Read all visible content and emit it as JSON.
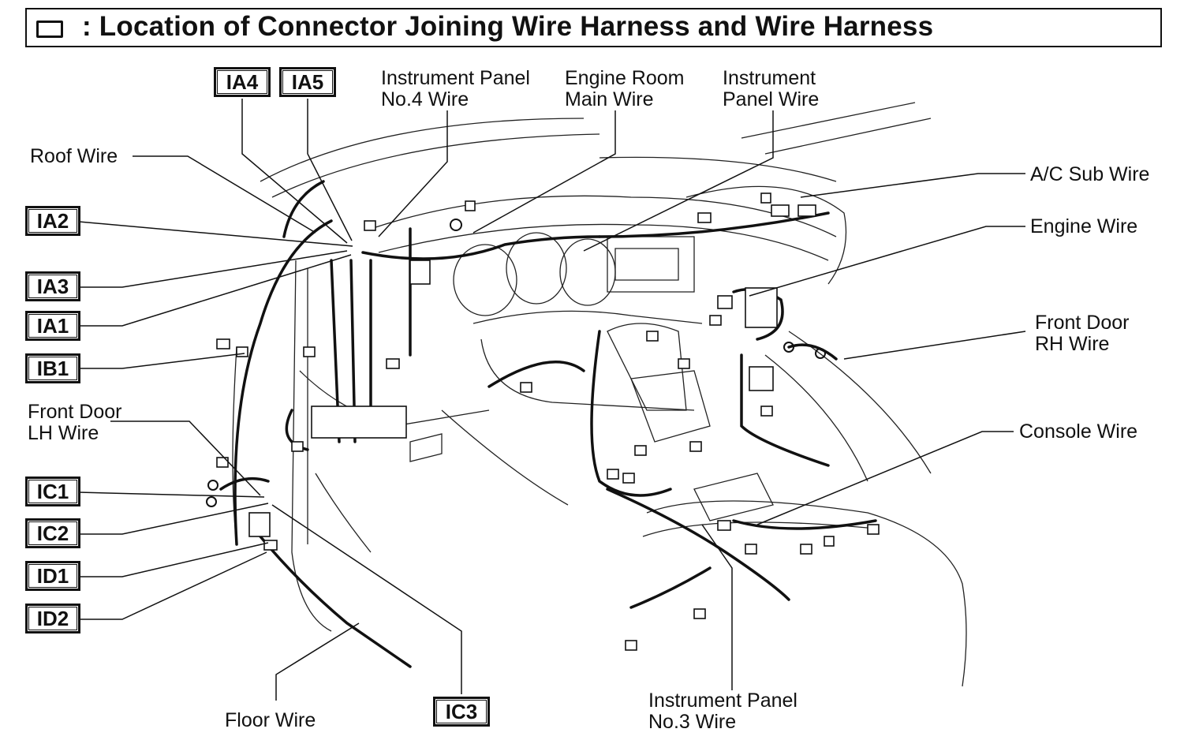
{
  "title": ": Location of Connector Joining Wire Harness and Wire Harness",
  "connectors": {
    "IA4": "IA4",
    "IA5": "IA5",
    "IA2": "IA2",
    "IA3": "IA3",
    "IA1": "IA1",
    "IB1": "IB1",
    "IC1": "IC1",
    "IC2": "IC2",
    "ID1": "ID1",
    "ID2": "ID2",
    "IC3": "IC3"
  },
  "wires": {
    "roof": "Roof Wire",
    "ip_no4_line1": "Instrument Panel",
    "ip_no4_line2": "No.4 Wire",
    "engine_room_line1": "Engine Room",
    "engine_room_line2": "Main Wire",
    "ip_line1": "Instrument",
    "ip_line2": "Panel Wire",
    "ac_sub": "A/C Sub Wire",
    "engine": "Engine Wire",
    "front_door_rh_line1": "Front Door",
    "front_door_rh_line2": "RH Wire",
    "console": "Console Wire",
    "front_door_lh_line1": "Front Door",
    "front_door_lh_line2": "LH Wire",
    "floor": "Floor Wire",
    "ip_no3_line1": "Instrument Panel",
    "ip_no3_line2": "No.3 Wire"
  }
}
